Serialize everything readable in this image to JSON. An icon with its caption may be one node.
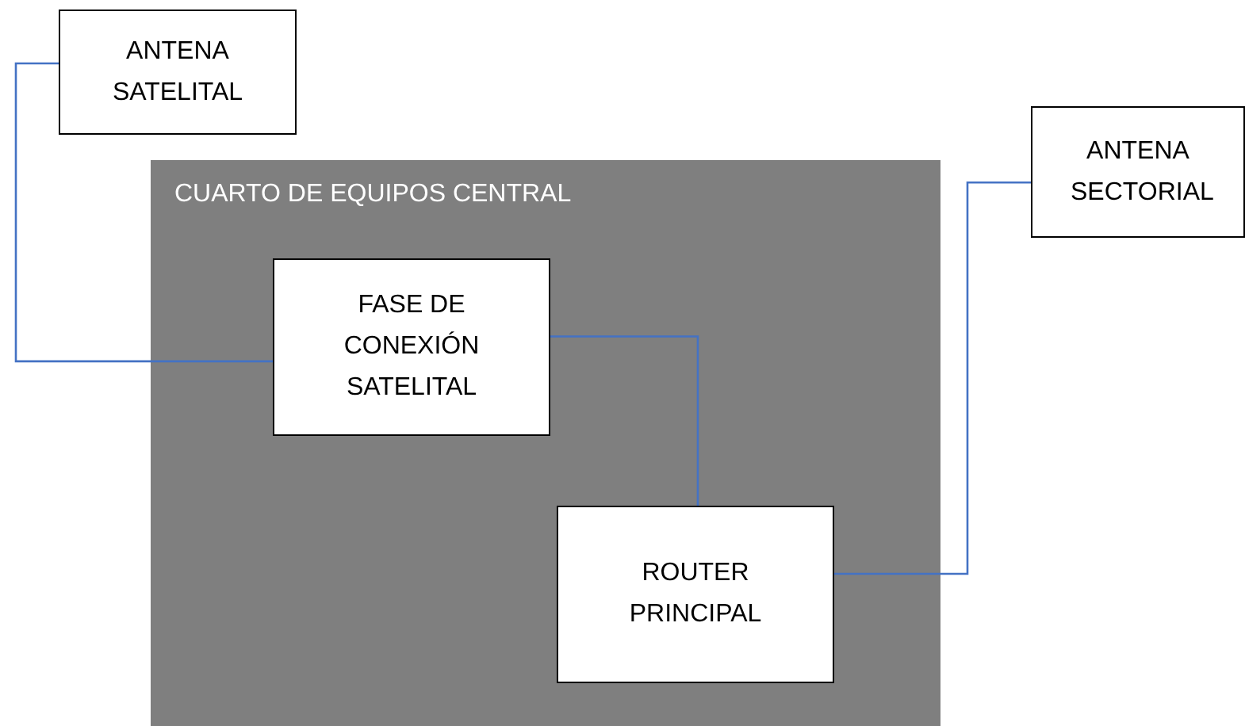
{
  "diagram": {
    "nodes": [
      {
        "text": [
          "ANTENA SATELITAL"
        ]
      },
      {
        "text": [
          "CUARTO DE EQUIPOS CENTRAL"
        ]
      },
      {
        "text": [
          "FASE DE CONEXIÓN SATELITAL"
        ],
        "in": 1
      },
      {
        "text": [
          "ROUTER PRINCIPAL"
        ],
        "in": 1
      },
      {
        "text": [
          "ANTENA SECTORIAL"
        ]
      }
    ],
    "edges": [
      {
        "from": 0,
        "to": 2,
        "arrow": "none"
      },
      {
        "from": 2,
        "to": 3,
        "arrow": "none"
      },
      {
        "from": 3,
        "to": 4,
        "arrow": "none"
      }
    ]
  }
}
